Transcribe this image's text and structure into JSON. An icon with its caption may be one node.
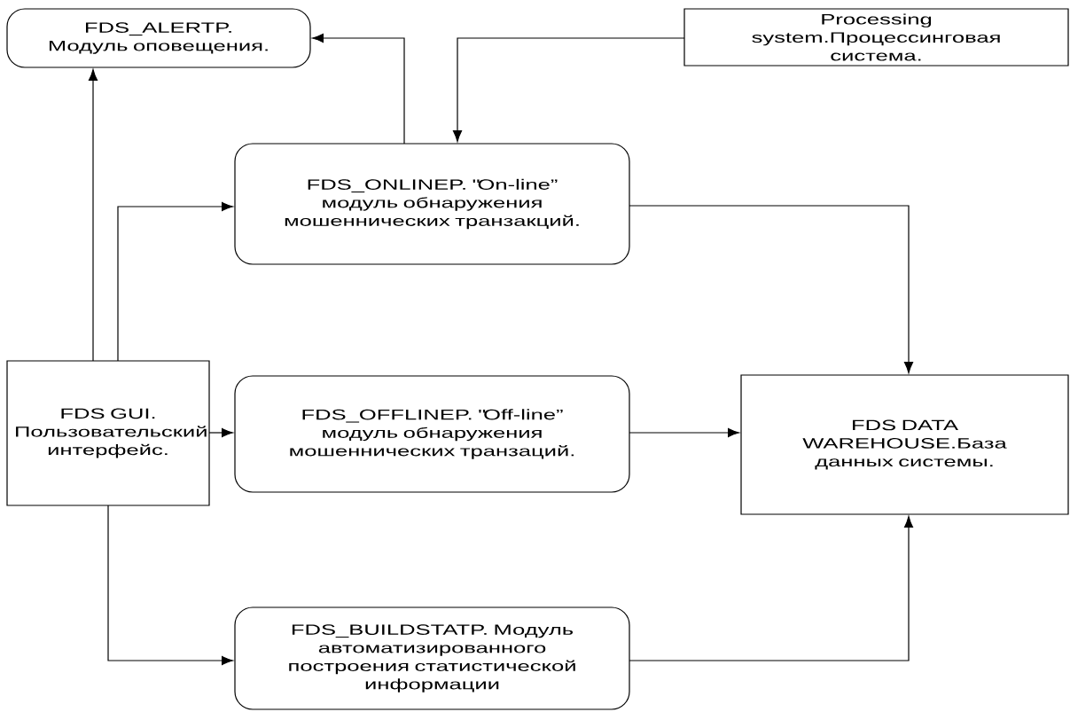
{
  "diagram": {
    "nodes": [
      {
        "text": [
          "FDS_ALERTP. Модуль оповещения."
        ]
      },
      {
        "text": [
          "Processing system.Процессинговая система."
        ]
      },
      {
        "text": [
          "FDS_ONLINEP. \"On-line” модуль обнаружения мошеннических транзакций."
        ]
      },
      {
        "text": [
          "FDS GUI. Пользовательский интерфейс."
        ]
      },
      {
        "text": [
          "FDS_OFFLINEP. \"Off-line” модуль обнаружения мошеннических транзаций."
        ]
      },
      {
        "text": [
          "FDS DATA WAREHOUSE.База данных системы."
        ]
      },
      {
        "text": [
          "FDS_BUILDSTATP. Модуль автоматизированного построения статистической информации"
        ]
      }
    ],
    "edges": [
      {
        "from": 3,
        "to": 0,
        "arrow": "to"
      },
      {
        "from": 3,
        "to": 2,
        "arrow": "to"
      },
      {
        "from": 3,
        "to": 4,
        "arrow": "to"
      },
      {
        "from": 3,
        "to": 6,
        "arrow": "to"
      },
      {
        "from": 2,
        "to": 0,
        "arrow": "to"
      },
      {
        "from": 1,
        "to": 2,
        "arrow": "to"
      },
      {
        "from": 2,
        "to": 5,
        "arrow": "to"
      },
      {
        "from": 4,
        "to": 5,
        "arrow": "to"
      },
      {
        "from": 6,
        "to": 5,
        "arrow": "to"
      }
    ]
  }
}
